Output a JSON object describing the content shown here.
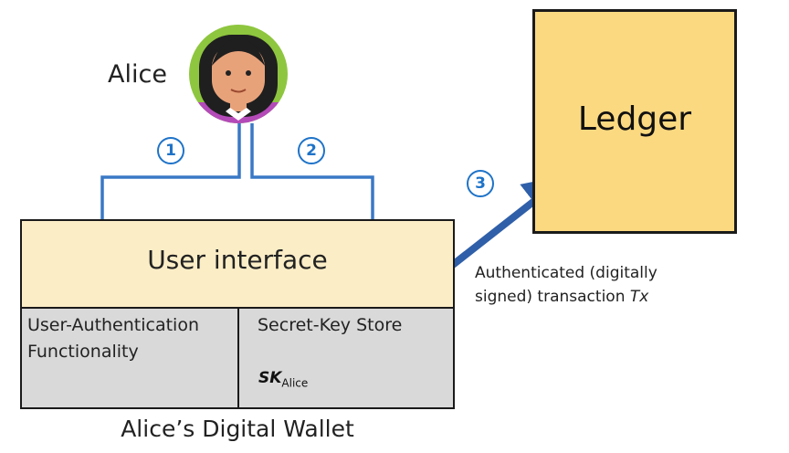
{
  "alice": {
    "name": "Alice"
  },
  "ledger": {
    "label": "Ledger"
  },
  "steps": {
    "one": "1",
    "two": "2",
    "three": "3"
  },
  "wallet": {
    "ui_label": "User interface",
    "auth_title": "User-Authentication",
    "auth_sub": "Functionality",
    "key_title": "Secret-Key Store",
    "sk_main": "SK",
    "sk_sub": "Alice",
    "caption": "Alice’s Digital Wallet"
  },
  "transaction": {
    "line1": "Authenticated (digitally",
    "line2_prefix": "signed) transaction ",
    "line2_var": "Tx"
  },
  "colors": {
    "arrow_blue": "#3a78c6",
    "arrow_dark_blue": "#2f5fa8",
    "ledger_fill": "#fbd981",
    "ui_fill": "#fbedc6",
    "panel_fill": "#d9d9d9",
    "badge_blue": "#1e73c8"
  },
  "icons": {
    "avatar": "alice-avatar-icon",
    "fingerprint": "fingerprint-icon",
    "key": "key-icon"
  }
}
